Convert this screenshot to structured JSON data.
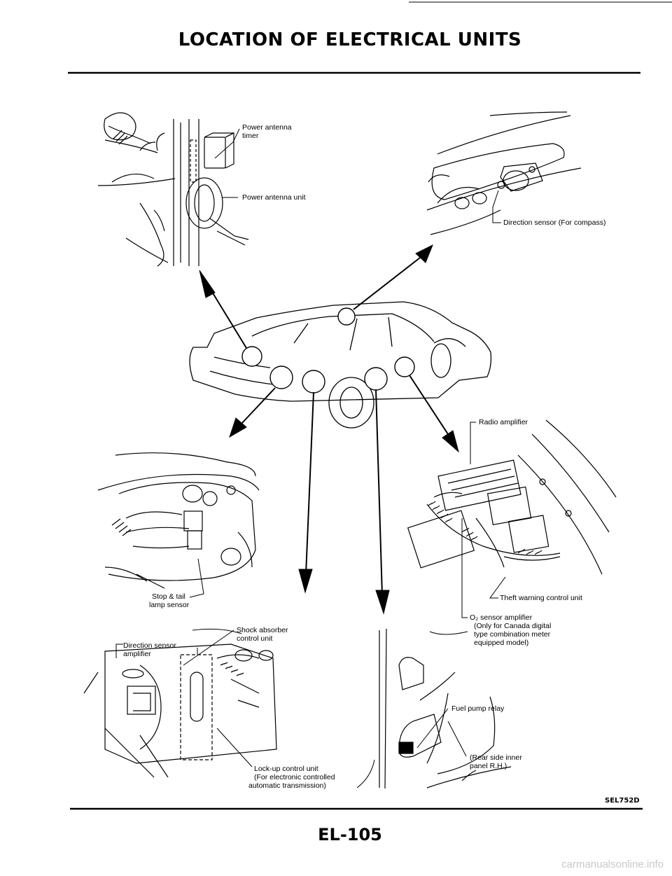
{
  "page": {
    "title": "LOCATION OF ELECTRICAL UNITS",
    "figure_code": "SEL752D",
    "page_number": "EL-105",
    "watermark": "carmanualsonline.info"
  },
  "labels": {
    "power_antenna_timer": [
      "Power antenna",
      "timer"
    ],
    "power_antenna_unit": "Power antenna unit",
    "direction_sensor_compass": "Direction sensor (For compass)",
    "radio_amplifier": "Radio amplifier",
    "theft_warning": "Theft warning control unit",
    "o2_amplifier": [
      "O₂ sensor amplifier",
      "(Only for Canada digital",
      "type combination meter",
      "equipped model)"
    ],
    "stop_tail": [
      "Stop & tail",
      "lamp sensor"
    ],
    "shock_absorber": [
      "Shock absorber",
      "control unit"
    ],
    "direction_amplifier": [
      "Direction sensor",
      "amplifier"
    ],
    "lockup": [
      "Lock-up control unit",
      "(For electronic controlled",
      "automatic transmission)"
    ],
    "fuel_pump": "Fuel pump relay",
    "rear_panel": [
      "(Rear side inner",
      "panel R.H.)"
    ]
  }
}
